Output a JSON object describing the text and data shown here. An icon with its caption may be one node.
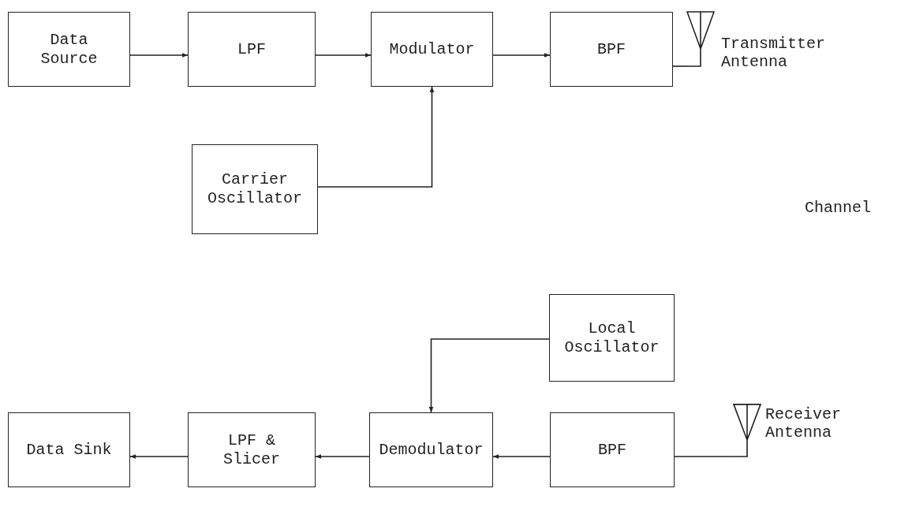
{
  "diagram": {
    "nodes": [
      {
        "text": [
          "Data Source"
        ]
      },
      {
        "text": [
          "LPF"
        ]
      },
      {
        "text": [
          "Modulator"
        ]
      },
      {
        "text": [
          "BPF"
        ]
      },
      {
        "text": [],
        "shape": "picture",
        "beside": [
          "Transmitter Antenna"
        ]
      },
      {
        "text": [
          "Carrier Oscillator"
        ]
      },
      {
        "text": [
          "Local Oscillator"
        ]
      },
      {
        "text": [
          "Data Sink"
        ]
      },
      {
        "text": [
          "LPF & Slicer"
        ]
      },
      {
        "text": [
          "Demodulator"
        ]
      },
      {
        "text": [
          "BPF"
        ]
      },
      {
        "text": [],
        "shape": "picture",
        "beside": [
          "Receiver Antenna"
        ]
      }
    ],
    "edges": [
      {
        "from": 0,
        "to": 1,
        "arrow": "to"
      },
      {
        "from": 1,
        "to": 2,
        "arrow": "to"
      },
      {
        "from": 2,
        "to": 3,
        "arrow": "to"
      },
      {
        "from": 3,
        "to": 4,
        "arrow": "none"
      },
      {
        "from": 5,
        "to": 2,
        "arrow": "to"
      },
      {
        "from": 6,
        "to": 9,
        "arrow": "to"
      },
      {
        "from": 11,
        "to": 10,
        "arrow": "none"
      },
      {
        "from": 10,
        "to": 9,
        "arrow": "to"
      },
      {
        "from": 9,
        "to": 8,
        "arrow": "to"
      },
      {
        "from": 8,
        "to": 7,
        "arrow": "to"
      }
    ],
    "labels": [
      "Channel"
    ]
  }
}
